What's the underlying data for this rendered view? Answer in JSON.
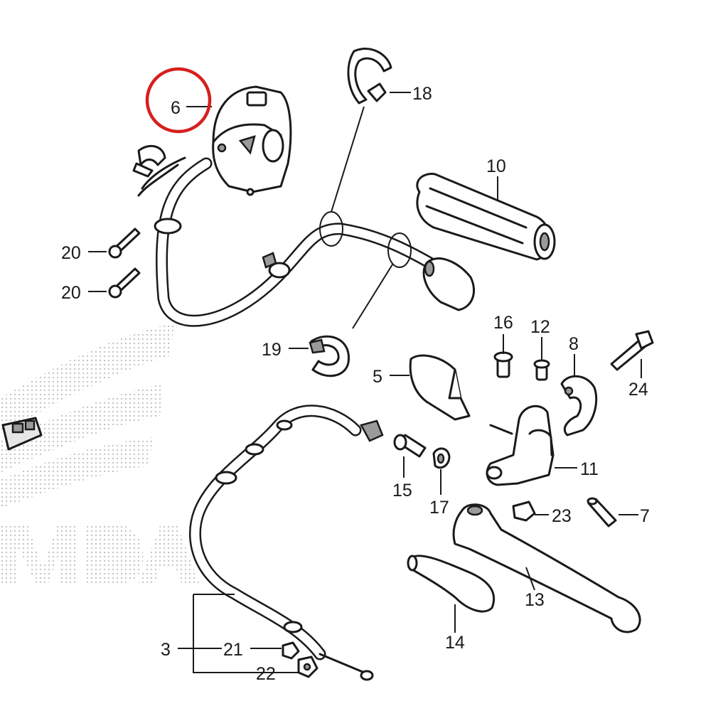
{
  "callouts": {
    "c3": "3",
    "c5": "5",
    "c6": "6",
    "c7": "7",
    "c8": "8",
    "c10": "10",
    "c11": "11",
    "c12": "12",
    "c13": "13",
    "c14": "14",
    "c15": "15",
    "c16": "16",
    "c17": "17",
    "c18": "18",
    "c19": "19",
    "c20a": "20",
    "c20b": "20",
    "c21": "21",
    "c22": "22",
    "c23": "23",
    "c24": "24"
  },
  "highlighted_part": "6",
  "colors": {
    "highlight": "#d61f1f",
    "line": "#1a1a1a",
    "background": "#ffffff"
  }
}
